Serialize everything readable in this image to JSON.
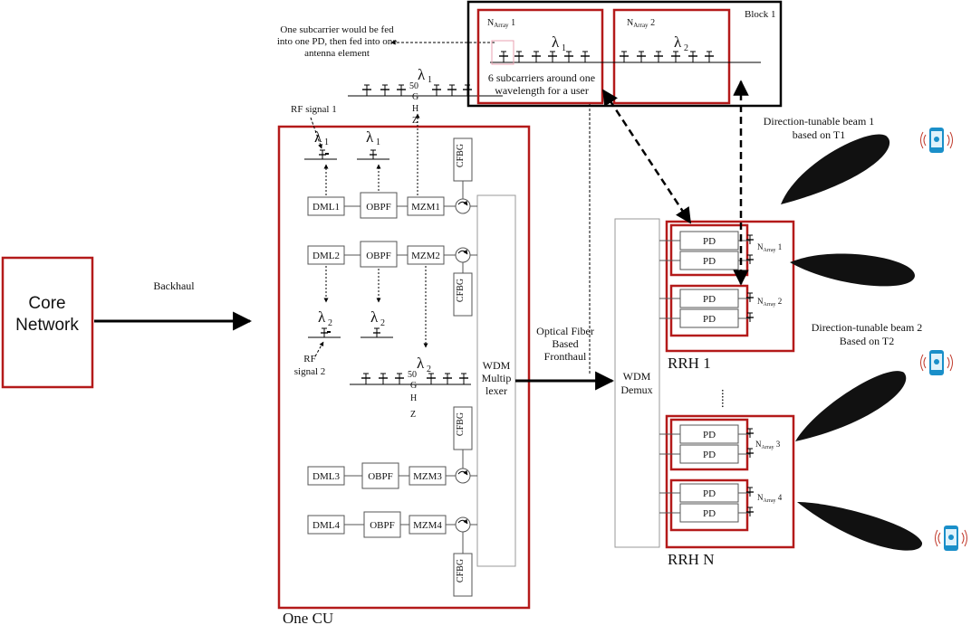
{
  "colors": {
    "red": "#b41a1a",
    "black": "#000000",
    "phone": "#1a8fc9",
    "signal": "#c0392b"
  },
  "core": {
    "line1": "Core",
    "line2": "Network"
  },
  "backhaul": "Backhaul",
  "cu_label": "One CU",
  "cu": {
    "dml": [
      "DML1",
      "DML2",
      "DML3",
      "DML4"
    ],
    "obpf": "OBPF",
    "mzm": [
      "MZM1",
      "MZM2",
      "MZM3",
      "MZM4"
    ],
    "cfbg": "CFBG",
    "wdm_mux": [
      "WDM",
      "Multip",
      "lexer"
    ],
    "rf1": "RF signal 1",
    "rf2": [
      "RF",
      "signal 2"
    ],
    "lambda1": "λ",
    "sub1": "1",
    "sub2": "2",
    "ghz_top": [
      "50",
      "G",
      "H",
      "Z"
    ],
    "ghz_bot": [
      "50",
      "G",
      "H",
      "Z"
    ]
  },
  "subcarrier_note": [
    "One subcarrier would be fed",
    "into one PD, then fed into one",
    "antenna element"
  ],
  "block": {
    "label": "Block 1",
    "array1": "N",
    "array1_sub": "Array",
    "array1_num": " 1",
    "array2": "N",
    "array2_sub": "Array",
    "array2_num": " 2",
    "note": [
      "6 subcarriers around one",
      "wavelength for a user"
    ]
  },
  "fronthaul": [
    "Optical Fiber",
    "Based",
    "Fronthaul"
  ],
  "demux": [
    "WDM",
    "Demux"
  ],
  "rrh1": "RRH 1",
  "rrhn": "RRH N",
  "pd": "PD",
  "narray": {
    "n": "N",
    "sub": "Array",
    "nums": [
      " 1",
      " 2",
      " 3",
      " 4"
    ]
  },
  "beam1": [
    "Direction-tunable beam 1",
    "based on T1"
  ],
  "beam2": [
    "Direction-tunable beam 2",
    "Based on T2"
  ],
  "dots": "......"
}
